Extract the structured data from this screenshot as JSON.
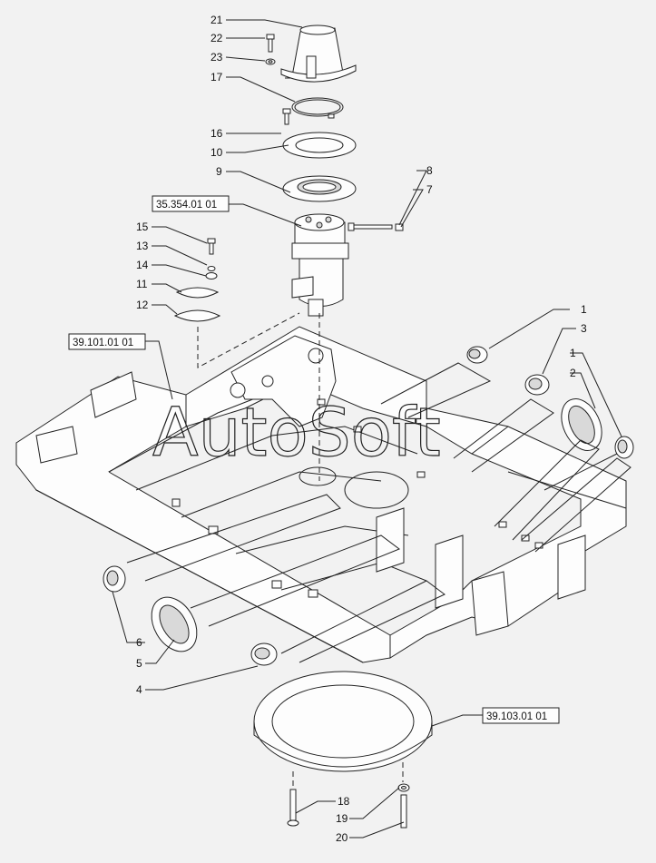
{
  "callouts": [
    {
      "id": "c21",
      "label": "21"
    },
    {
      "id": "c22",
      "label": "22"
    },
    {
      "id": "c23",
      "label": "23"
    },
    {
      "id": "c17",
      "label": "17"
    },
    {
      "id": "c16",
      "label": "16"
    },
    {
      "id": "c10",
      "label": "10"
    },
    {
      "id": "c9",
      "label": "9"
    },
    {
      "id": "c8",
      "label": "8"
    },
    {
      "id": "c7",
      "label": "7"
    },
    {
      "id": "c15",
      "label": "15"
    },
    {
      "id": "c13",
      "label": "13"
    },
    {
      "id": "c14",
      "label": "14"
    },
    {
      "id": "c11",
      "label": "11"
    },
    {
      "id": "c12",
      "label": "12"
    },
    {
      "id": "c1a",
      "label": "1"
    },
    {
      "id": "c3",
      "label": "3"
    },
    {
      "id": "c1b",
      "label": "1"
    },
    {
      "id": "c2",
      "label": "2"
    },
    {
      "id": "c6",
      "label": "6"
    },
    {
      "id": "c5",
      "label": "5"
    },
    {
      "id": "c4",
      "label": "4"
    },
    {
      "id": "c18",
      "label": "18"
    },
    {
      "id": "c19",
      "label": "19"
    },
    {
      "id": "c20",
      "label": "20"
    }
  ],
  "references": {
    "swivel_joint": "35.354.01 01",
    "upper_frame": "39.101.01 01",
    "slewing_ring": "39.103.01 01"
  },
  "watermark": "AutoSoft",
  "colors": {
    "background": "#f2f2f2",
    "line": "#222222"
  }
}
